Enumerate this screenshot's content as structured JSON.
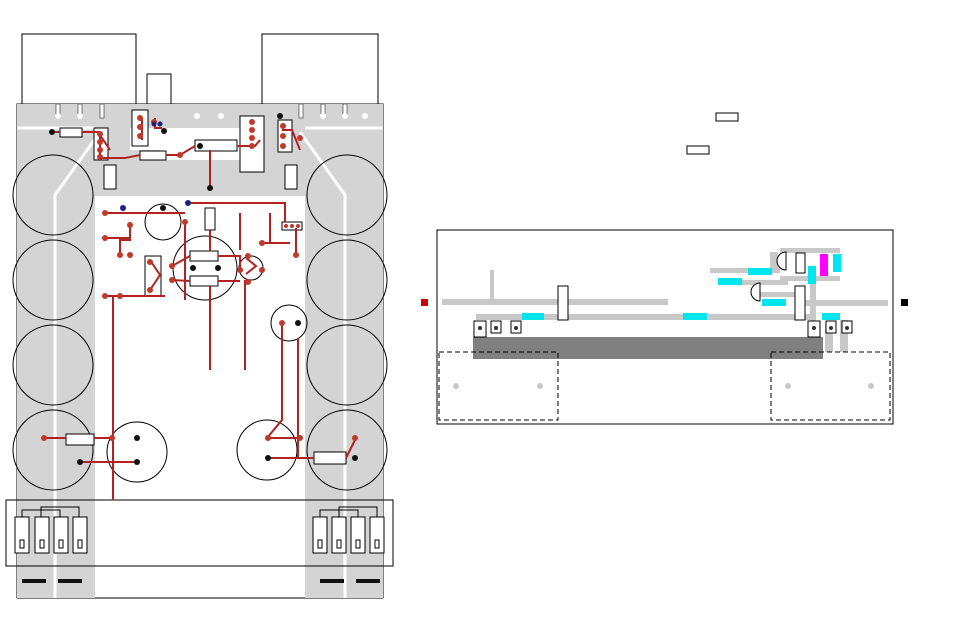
{
  "diagram": {
    "kind": "pcb-layout",
    "views": [
      "top-view",
      "side-view"
    ],
    "colors": {
      "board": "#d4d4d4",
      "copper_trace": "#b22222",
      "pad": "#c0392b",
      "via_black": "#111111",
      "via_blue": "#1a237e",
      "silkscreen": "#000000",
      "heatsink_bar": "#808080",
      "cyan_part": "#00e5ee",
      "magenta_part": "#ff00ff",
      "marker_left": "#cc0000",
      "marker_right": "#000000"
    },
    "text": []
  }
}
